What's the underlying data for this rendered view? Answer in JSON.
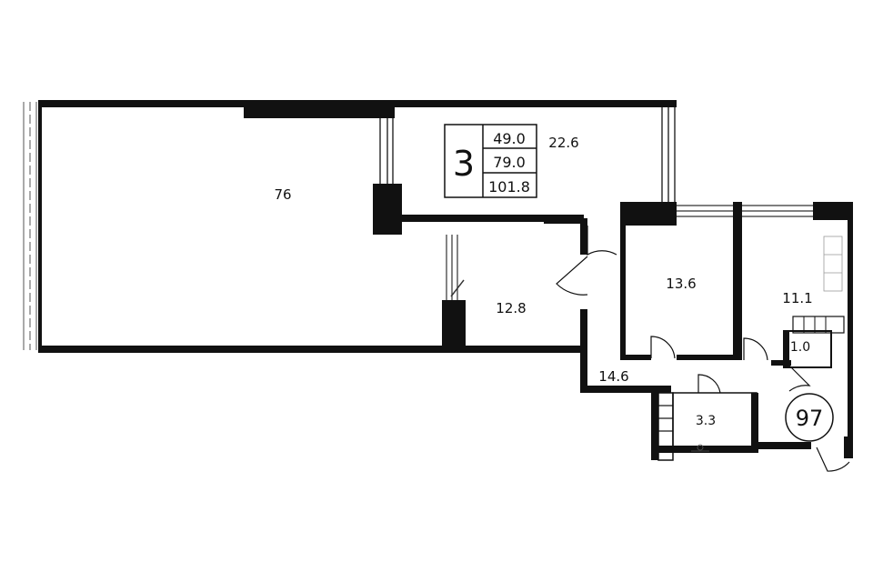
{
  "rooms": {
    "terrace": "76",
    "balcony": "22.6",
    "room_left": "12.8",
    "hall": "14.6",
    "bedroom_1": "13.6",
    "bedroom_2": "11.1",
    "closet": "1.0",
    "bathroom": "3.3"
  },
  "summary": {
    "rooms_count": "3",
    "living_area": "49.0",
    "total_area": "79.0",
    "total_area_with_outdoor": "101.8"
  },
  "apartment_number": "97",
  "colors": {
    "wall": "#111111",
    "background": "#ffffff"
  }
}
